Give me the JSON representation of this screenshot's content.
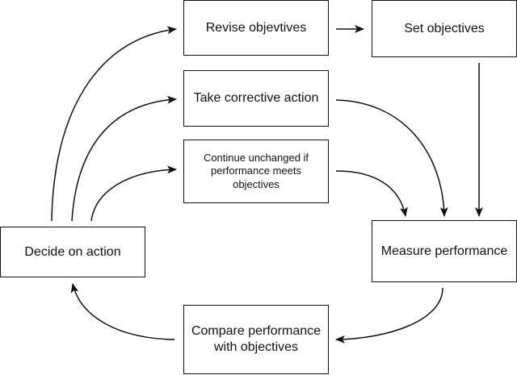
{
  "nodes": {
    "revise": "Revise objevtives",
    "set": "Set objectives",
    "take": "Take corrective action",
    "continue": "Continue unchanged if performance meets objectives",
    "decide": "Decide on action",
    "measure": "Measure performance",
    "compare": "Compare performance with objectives"
  },
  "edges": [
    {
      "from": "revise",
      "to": "set"
    },
    {
      "from": "set",
      "to": "measure"
    },
    {
      "from": "take",
      "to": "measure"
    },
    {
      "from": "continue",
      "to": "measure"
    },
    {
      "from": "measure",
      "to": "compare"
    },
    {
      "from": "compare",
      "to": "decide"
    },
    {
      "from": "decide",
      "to": "revise"
    },
    {
      "from": "decide",
      "to": "take"
    },
    {
      "from": "decide",
      "to": "continue"
    }
  ],
  "colors": {
    "line": "#111111",
    "background": "#ffffff"
  }
}
